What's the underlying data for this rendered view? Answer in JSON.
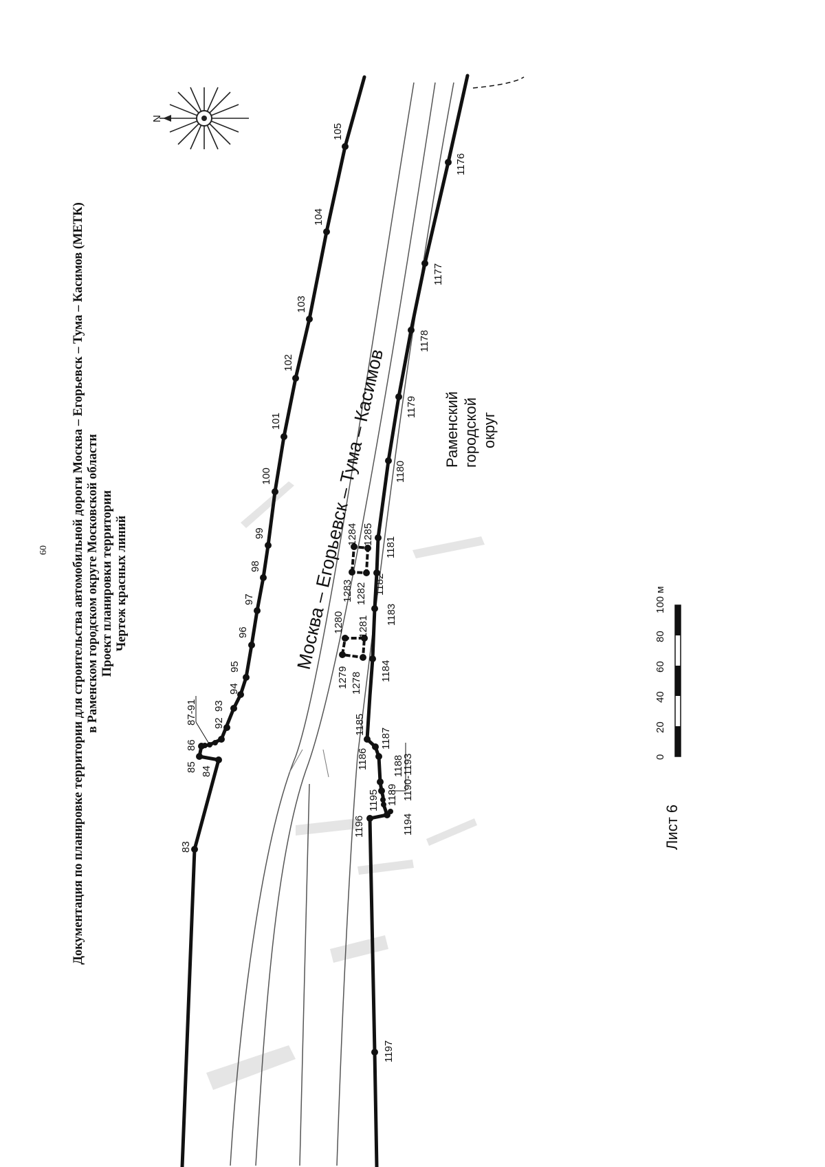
{
  "page_number": "60",
  "header": {
    "line1": "Документация по планировке территории для строительства автомобильной дороги Москва – Егорьевск – Тума – Касимов (МЕТК)",
    "line2": "в Раменском городском округе Московской области",
    "line3": "Проект планировки территории",
    "line4": "Чертеж красных линий"
  },
  "north_label": "N",
  "road_name": "Москва – Егорьевск – Тума – Касимов",
  "district": {
    "line1": "Раменский",
    "line2": "городской",
    "line3": "округ"
  },
  "scale_bar": {
    "labels": [
      "0",
      "20",
      "40",
      "60",
      "80",
      "100 м"
    ]
  },
  "sheet_label": "Лист 6",
  "points": {
    "p83": "83",
    "p84": "84",
    "p85": "85",
    "p86": "86",
    "p87_91": "87-91",
    "p92": "92",
    "p93": "93",
    "p94": "94",
    "p95": "95",
    "p96": "96",
    "p97": "97",
    "p98": "98",
    "p99": "99",
    "p100": "100",
    "p101": "101",
    "p102": "102",
    "p103": "103",
    "p104": "104",
    "p105": "105",
    "p1176": "1176",
    "p1177": "1177",
    "p1178": "1178",
    "p1179": "1179",
    "p1180": "1180",
    "p1181": "1181",
    "p1182": "1182",
    "p1183": "1183",
    "p1184": "1184",
    "p1185": "1185",
    "p1186": "1186",
    "p1187": "1187",
    "p1188": "1188",
    "p1189": "1189",
    "p1190_1193": "1190-1193",
    "p1194": "1194",
    "p1195": "1195",
    "p1196": "1196",
    "p1197": "1197",
    "p1278": "1278",
    "p1279": "1279",
    "p1280": "1280",
    "p1281": "1281",
    "p1282": "1282",
    "p1283": "1283",
    "p1284": "1284",
    "p1285": "1285"
  },
  "colors": {
    "red_line": "#111111",
    "road_edge": "#555555",
    "scan_noise": "#bdbdbd"
  }
}
